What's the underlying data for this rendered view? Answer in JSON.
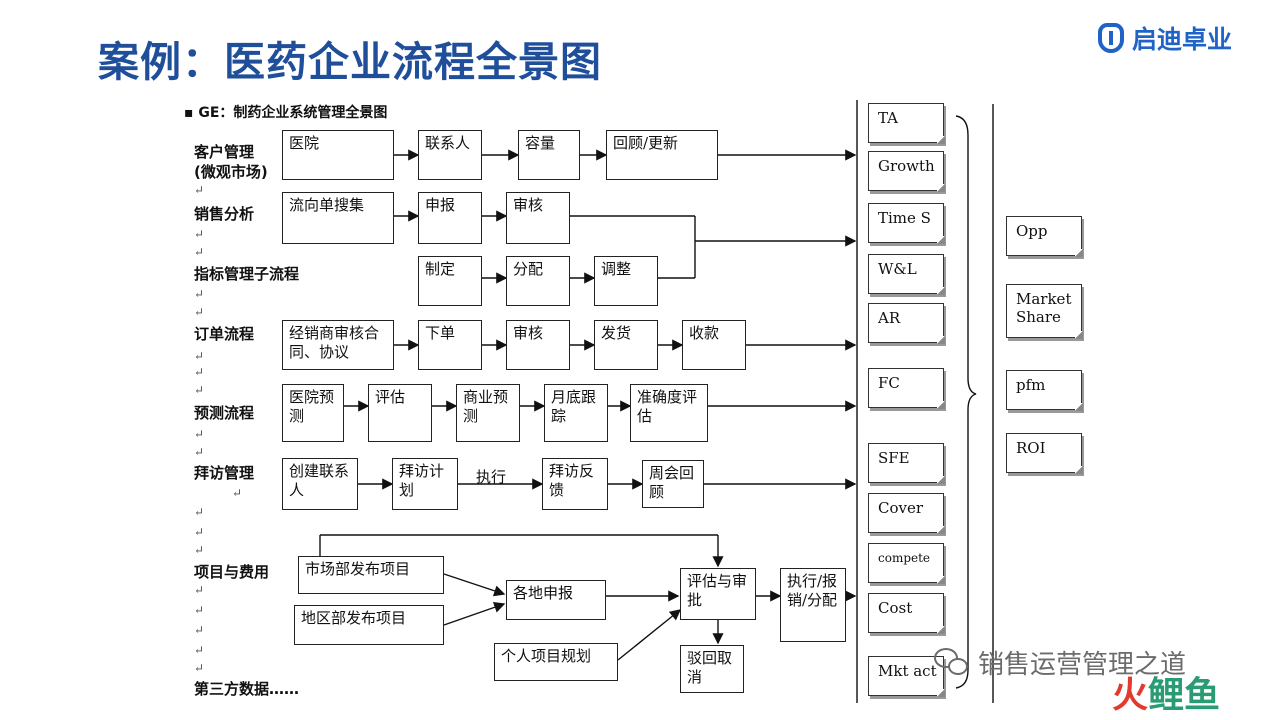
{
  "title": "案例：医药企业流程全景图",
  "logo_text": "启迪卓业",
  "diagram_title": "GE：制药企业系统管理全景图",
  "rows": [
    {
      "label": "客户管理",
      "label2": "(微观市场)",
      "boxes": [
        "医院",
        "联系人",
        "容量",
        "回顾/更新"
      ]
    },
    {
      "label": "销售分析",
      "boxes": [
        "流向单搜集",
        "申报",
        "审核"
      ]
    },
    {
      "label": "指标管理子流程",
      "boxes": [
        "制定",
        "分配",
        "调整"
      ]
    },
    {
      "label": "订单流程",
      "boxes": [
        "经销商审核合同、协议",
        "下单",
        "审核",
        "发货",
        "收款"
      ]
    },
    {
      "label": "预测流程",
      "boxes": [
        "医院预测",
        "评估",
        "商业预测",
        "月底跟踪",
        "准确度评估"
      ]
    },
    {
      "label": "拜访管理",
      "boxes": [
        "创建联系人",
        "拜访计划",
        "拜访反馈",
        "周会回顾"
      ],
      "edge_text": "执行"
    },
    {
      "label": "项目与费用",
      "boxes": [
        "市场部发布项目",
        "地区部发布项目",
        "各地申报",
        "个人项目规划",
        "评估与审批",
        "执行/报销/分配",
        "驳回取消"
      ]
    },
    {
      "label": "第三方数据……"
    }
  ],
  "metrics": [
    "TA",
    "Growth",
    "Time S",
    "W&L",
    "AR",
    "FC",
    "SFE",
    "Cover",
    "compete",
    "Cost",
    "Mkt act"
  ],
  "outcomes": [
    "Opp",
    "Market Share",
    "pfm",
    "ROI"
  ],
  "watermark_text": "销售运营管理之道",
  "brand_a": "火",
  "brand_b": "鲤鱼",
  "colors": {
    "title": "#1f4e9b",
    "logo": "#1f63c6",
    "brand_red": "#e23a2d",
    "brand_green": "#2a9c74"
  }
}
